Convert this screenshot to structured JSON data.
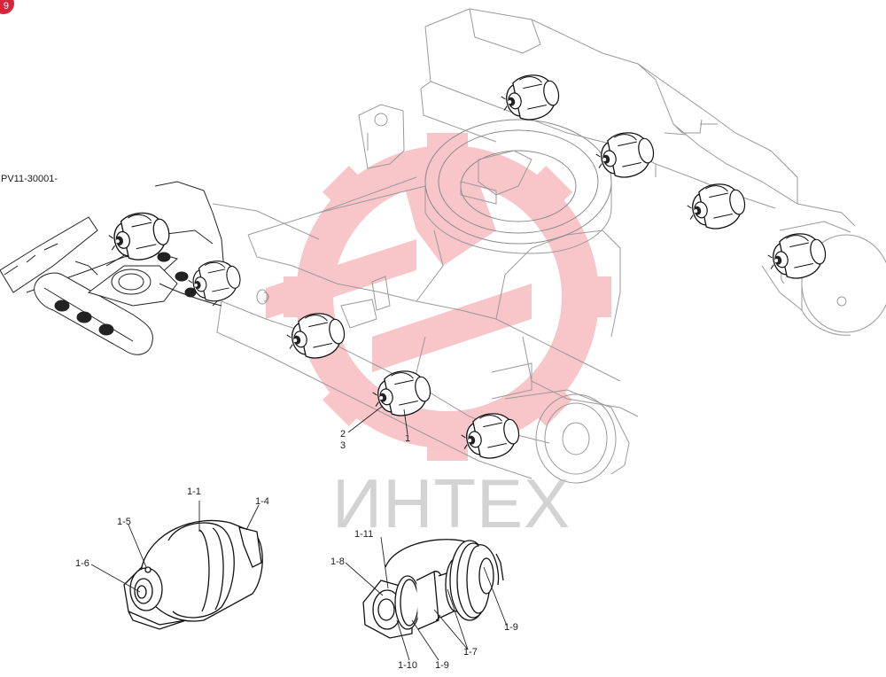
{
  "badge": "9",
  "part_code": "PV11-30001-",
  "watermark": {
    "text": "ИНТЕХ",
    "logo_color": "#e8323c",
    "text_color": "#b0b0b0"
  },
  "callouts": [
    {
      "id": "c-1",
      "text": "1"
    },
    {
      "id": "c-2",
      "text": "2"
    },
    {
      "id": "c-3",
      "text": "3"
    },
    {
      "id": "c-1-1",
      "text": "1-1"
    },
    {
      "id": "c-1-4",
      "text": "1-4"
    },
    {
      "id": "c-1-5",
      "text": "1-5"
    },
    {
      "id": "c-1-6",
      "text": "1-6"
    },
    {
      "id": "c-1-11",
      "text": "1-11"
    },
    {
      "id": "c-1-8",
      "text": "1-8"
    },
    {
      "id": "c-1-9a",
      "text": "1-9"
    },
    {
      "id": "c-1-7",
      "text": "1-7"
    },
    {
      "id": "c-1-10",
      "text": "1-10"
    },
    {
      "id": "c-1-9b",
      "text": "1-9"
    }
  ]
}
